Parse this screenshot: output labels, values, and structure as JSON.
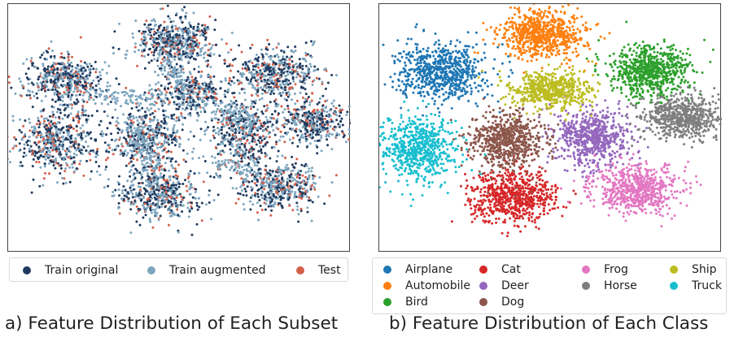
{
  "captions": {
    "a": "a) Feature Distribution of Each Subset",
    "b": "b) Feature Distribution of Each Class"
  },
  "chart_data": [
    {
      "type": "scatter",
      "title": "",
      "xlabel": "",
      "ylabel": "",
      "grid": false,
      "axes_ticks": false,
      "legend_placement": "bottom",
      "xlim": [
        -100,
        100
      ],
      "ylim": [
        -100,
        100
      ],
      "series": [
        {
          "name": "Train original",
          "color": "#1f3a5f",
          "share": 0.42
        },
        {
          "name": "Train augmented",
          "color": "#7ea6bf",
          "share": 0.42
        },
        {
          "name": "Test",
          "color": "#d4604a",
          "share": 0.16
        }
      ],
      "clusters": [
        {
          "center": [
            -2,
            74
          ],
          "spread": [
            12,
            10
          ],
          "count": 520
        },
        {
          "center": [
            -70,
            42
          ],
          "spread": [
            12,
            11
          ],
          "count": 480
        },
        {
          "center": [
            58,
            46
          ],
          "spread": [
            13,
            11
          ],
          "count": 480
        },
        {
          "center": [
            6,
            30
          ],
          "spread": [
            12,
            9
          ],
          "count": 380
        },
        {
          "center": [
            -75,
            -12
          ],
          "spread": [
            12,
            14
          ],
          "count": 520
        },
        {
          "center": [
            -20,
            -10
          ],
          "spread": [
            11,
            14
          ],
          "count": 480
        },
        {
          "center": [
            38,
            -4
          ],
          "spread": [
            10,
            14
          ],
          "count": 480
        },
        {
          "center": [
            82,
            6
          ],
          "spread": [
            11,
            10
          ],
          "count": 400
        },
        {
          "center": [
            -12,
            -55
          ],
          "spread": [
            13,
            11
          ],
          "count": 480
        },
        {
          "center": [
            60,
            -50
          ],
          "spread": [
            12,
            10
          ],
          "count": 460
        }
      ],
      "bridges": [
        {
          "from": [
            -52,
            30
          ],
          "to": [
            -10,
            24
          ],
          "count": 90
        },
        {
          "from": [
            -8,
            62
          ],
          "to": [
            4,
            36
          ],
          "count": 60
        },
        {
          "from": [
            -28,
            2
          ],
          "to": [
            -14,
            -40
          ],
          "count": 80
        },
        {
          "from": [
            22,
            18
          ],
          "to": [
            44,
            8
          ],
          "count": 60
        },
        {
          "from": [
            20,
            -28
          ],
          "to": [
            46,
            -40
          ],
          "count": 50
        }
      ]
    },
    {
      "type": "scatter",
      "title": "",
      "xlabel": "",
      "ylabel": "",
      "grid": false,
      "axes_ticks": false,
      "legend_placement": "bottom",
      "xlim": [
        -100,
        100
      ],
      "ylim": [
        -100,
        100
      ],
      "series": [
        {
          "name": "Airplane",
          "color": "#1f77b4",
          "center": [
            -66,
            48
          ],
          "spread": [
            13,
            12
          ],
          "count": 700
        },
        {
          "name": "Automobile",
          "color": "#ff7f0e",
          "center": [
            -4,
            80
          ],
          "spread": [
            13,
            10
          ],
          "count": 700
        },
        {
          "name": "Bird",
          "color": "#2ca02c",
          "center": [
            60,
            48
          ],
          "spread": [
            12,
            11
          ],
          "count": 700
        },
        {
          "name": "Cat",
          "color": "#d62728",
          "center": [
            -22,
            -58
          ],
          "spread": [
            13,
            11
          ],
          "count": 700
        },
        {
          "name": "Deer",
          "color": "#9467bd",
          "center": [
            26,
            -8
          ],
          "spread": [
            11,
            12
          ],
          "count": 650
        },
        {
          "name": "Dog",
          "color": "#8c564b",
          "center": [
            -26,
            -10
          ],
          "spread": [
            11,
            12
          ],
          "count": 650
        },
        {
          "name": "Frog",
          "color": "#e377c2",
          "center": [
            52,
            -52
          ],
          "spread": [
            13,
            10
          ],
          "count": 650
        },
        {
          "name": "Horse",
          "color": "#7f7f7f",
          "center": [
            80,
            10
          ],
          "spread": [
            12,
            9
          ],
          "count": 650
        },
        {
          "name": "Ship",
          "color": "#bcbd22",
          "center": [
            0,
            32
          ],
          "spread": [
            12,
            8
          ],
          "count": 600
        },
        {
          "name": "Truck",
          "color": "#17becf",
          "center": [
            -80,
            -18
          ],
          "spread": [
            12,
            14
          ],
          "count": 650
        }
      ]
    }
  ]
}
